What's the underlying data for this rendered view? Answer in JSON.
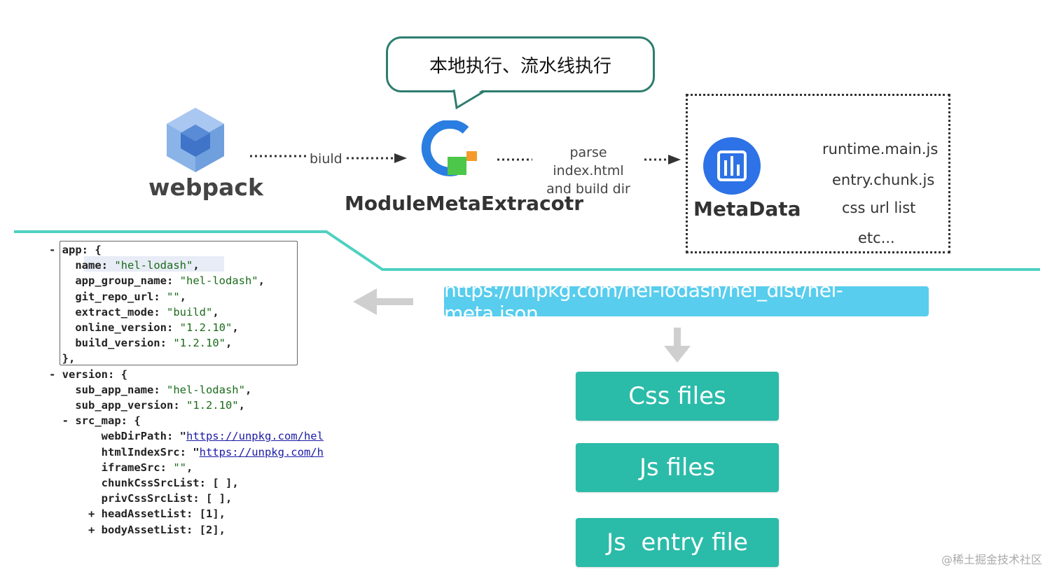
{
  "bubble": {
    "text": "本地执行、流水线执行"
  },
  "webpack": {
    "label": "webpack",
    "icon": "webpack-cube-icon"
  },
  "arrow_build": {
    "label": "biuld"
  },
  "extractor": {
    "label": "ModuleMetaExtracotr",
    "icon": "extractor-logo-icon"
  },
  "arrow_parse": {
    "line1": "parse index.html",
    "line2": "and build dir"
  },
  "metadata": {
    "label": "MetaData",
    "icon": "bar-chart-icon",
    "items": [
      "runtime.main.js",
      "entry.chunk.js",
      "css url list",
      "etc..."
    ]
  },
  "url": {
    "text": "https://unpkg.com/hel-lodash/hel_dist/hel-meta.json"
  },
  "files": [
    "Css files",
    "Js files",
    "Js  entry file"
  ],
  "code": {
    "app_key": "app",
    "name_key": "name",
    "name_val": "\"hel-lodash\"",
    "group_key": "app_group_name",
    "group_val": "\"hel-lodash\"",
    "repo_key": "git_repo_url",
    "repo_val": "\"\"",
    "mode_key": "extract_mode",
    "mode_val": "\"build\"",
    "online_key": "online_version",
    "online_val": "\"1.2.10\"",
    "build_key": "build_version",
    "build_val": "\"1.2.10\"",
    "version_key": "version",
    "sub_name_key": "sub_app_name",
    "sub_name_val": "\"hel-lodash\"",
    "sub_ver_key": "sub_app_version",
    "sub_ver_val": "\"1.2.10\"",
    "src_map_key": "src_map",
    "webdir_key": "webDirPath",
    "webdir_val": "https://unpkg.com/hel",
    "htmlidx_key": "htmlIndexSrc",
    "htmlidx_val": "https://unpkg.com/h",
    "iframe_key": "iframeSrc",
    "iframe_val": "\"\"",
    "chunkcss_key": "chunkCssSrcList",
    "chunkcss_val": "[ ]",
    "privcss_key": "privCssSrcList",
    "privcss_val": "[ ]",
    "head_key": "headAssetList",
    "head_val": "[1]",
    "body_key": "bodyAssetList",
    "body_val": "[2]"
  },
  "colors": {
    "teal": "#2bbba9",
    "url_blue": "#58cdee",
    "divider": "#4fd1c1"
  },
  "watermark": "@稀土掘金技术社区"
}
